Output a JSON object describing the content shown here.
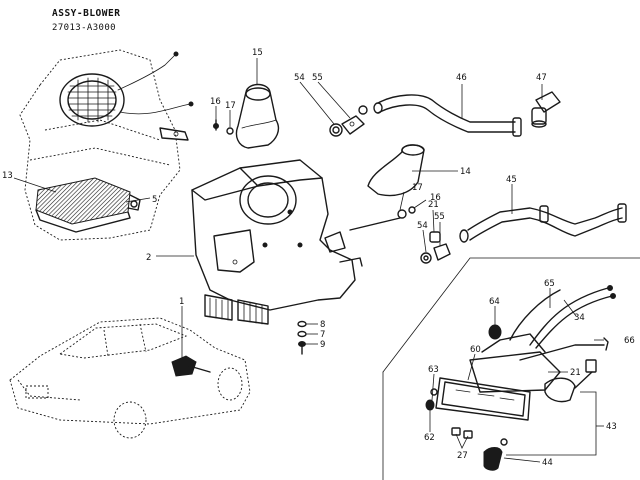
{
  "title": {
    "name": "ASSY-BLOWER",
    "part_number": "27013-A3000"
  },
  "callouts": [
    {
      "id": "c15",
      "label": "15"
    },
    {
      "id": "c16a",
      "label": "16"
    },
    {
      "id": "c17a",
      "label": "17"
    },
    {
      "id": "c54a",
      "label": "54"
    },
    {
      "id": "c55a",
      "label": "55"
    },
    {
      "id": "c46",
      "label": "46"
    },
    {
      "id": "c47",
      "label": "47"
    },
    {
      "id": "c13",
      "label": "13"
    },
    {
      "id": "c5",
      "label": "5"
    },
    {
      "id": "c14",
      "label": "14"
    },
    {
      "id": "c17b",
      "label": "17"
    },
    {
      "id": "c16b",
      "label": "16"
    },
    {
      "id": "c45",
      "label": "45"
    },
    {
      "id": "c21a",
      "label": "21"
    },
    {
      "id": "c2",
      "label": "2"
    },
    {
      "id": "c54b",
      "label": "54"
    },
    {
      "id": "c55b",
      "label": "55"
    },
    {
      "id": "c65",
      "label": "65"
    },
    {
      "id": "c34",
      "label": "34"
    },
    {
      "id": "c64",
      "label": "64"
    },
    {
      "id": "c66",
      "label": "66"
    },
    {
      "id": "c1",
      "label": "1"
    },
    {
      "id": "c8",
      "label": "8"
    },
    {
      "id": "c7",
      "label": "7"
    },
    {
      "id": "c9",
      "label": "9"
    },
    {
      "id": "c60",
      "label": "60"
    },
    {
      "id": "c21b",
      "label": "21"
    },
    {
      "id": "c63",
      "label": "63"
    },
    {
      "id": "c62",
      "label": "62"
    },
    {
      "id": "c43",
      "label": "43"
    },
    {
      "id": "c27",
      "label": "27"
    },
    {
      "id": "c44",
      "label": "44"
    }
  ]
}
